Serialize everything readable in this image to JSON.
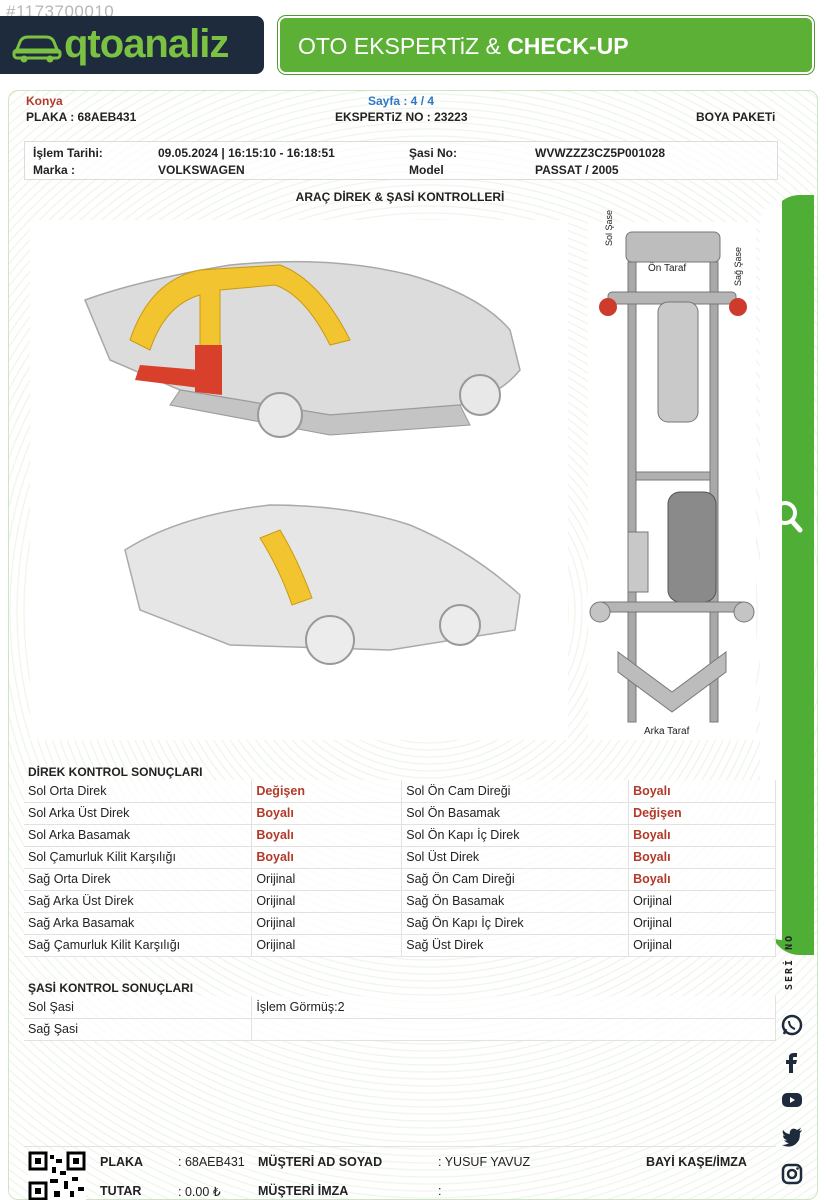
{
  "watermark": "#1173700010",
  "header": {
    "logo_text": "qtoanaliz",
    "title_regular": "OTO EKSPERTiZ &",
    "title_bold": "CHECK-UP"
  },
  "meta": {
    "city": "Konya",
    "page": "Sayfa : 4 / 4",
    "plate": "PLAKA : 68AEB431",
    "expertise_no": "EKSPERTiZ NO : 23223",
    "package": "BOYA PAKETi"
  },
  "info": {
    "date_label": "İşlem Tarihi:",
    "date_value": "09.05.2024 | 16:15:10 - 16:18:51",
    "chassis_label": "Şasi No:",
    "chassis_value": "WVWZZZ3CZ5P001028",
    "brand_label": "Marka :",
    "brand_value": "VOLKSWAGEN",
    "model_label": "Model",
    "model_value": "PASSAT / 2005"
  },
  "section_title": "ARAÇ DİREK & ŞASİ KONTROLLERİ",
  "chassis_labels": {
    "left": "Sol Şase",
    "right": "Sağ Şase",
    "front": "Ön Taraf",
    "rear": "Arka Taraf"
  },
  "pillar_title": "DİREK KONTROL SONUÇLARI",
  "pillar_rows": [
    {
      "l_name": "Sol Orta Direk",
      "l_val": "Değişen",
      "l_bad": true,
      "r_name": "Sol Ön Cam Direği",
      "r_val": "Boyalı",
      "r_bad": true
    },
    {
      "l_name": "Sol Arka Üst Direk",
      "l_val": "Boyalı",
      "l_bad": true,
      "r_name": "Sol Ön Basamak",
      "r_val": "Değişen",
      "r_bad": true
    },
    {
      "l_name": "Sol Arka Basamak",
      "l_val": "Boyalı",
      "l_bad": true,
      "r_name": "Sol Ön Kapı İç Direk",
      "r_val": "Boyalı",
      "r_bad": true
    },
    {
      "l_name": "Sol Çamurluk Kilit Karşılığı",
      "l_val": "Boyalı",
      "l_bad": true,
      "r_name": "Sol Üst Direk",
      "r_val": "Boyalı",
      "r_bad": true
    },
    {
      "l_name": "Sağ Orta Direk",
      "l_val": "Orijinal",
      "l_bad": false,
      "r_name": "Sağ Ön Cam Direği",
      "r_val": "Boyalı",
      "r_bad": true
    },
    {
      "l_name": "Sağ Arka Üst Direk",
      "l_val": "Orijinal",
      "l_bad": false,
      "r_name": "Sağ Ön Basamak",
      "r_val": "Orijinal",
      "r_bad": false
    },
    {
      "l_name": "Sağ Arka Basamak",
      "l_val": "Orijinal",
      "l_bad": false,
      "r_name": "Sağ Ön Kapı İç Direk",
      "r_val": "Orijinal",
      "r_bad": false
    },
    {
      "l_name": "Sağ Çamurluk Kilit Karşılığı",
      "l_val": "Orijinal",
      "l_bad": false,
      "r_name": "Sağ Üst Direk",
      "r_val": "Orijinal",
      "r_bad": false
    }
  ],
  "chassis_title": "ŞASİ KONTROL SONUÇLARI",
  "chassis_rows": [
    {
      "name": "Sol Şasi",
      "val": "İşlem Görmüş:2"
    },
    {
      "name": "Sağ Şasi",
      "val": ""
    }
  ],
  "side_text": "SERİ NO",
  "footer": {
    "plate_label": "PLAKA",
    "plate_value": ": 68AEB431",
    "total_label": "TUTAR",
    "total_value": ": 0.00 ₺",
    "customer_label": "MÜŞTERİ AD SOYAD",
    "customer_value": ": YUSUF YAVUZ",
    "signature_label": "MÜŞTERİ İMZA",
    "signature_value": ":",
    "dealer_label": "BAYİ KAŞE/İMZA"
  },
  "icons": [
    "car-icon",
    "search-icon",
    "whatsapp-icon",
    "facebook-icon",
    "youtube-icon",
    "twitter-icon",
    "instagram-icon",
    "qr-code-icon"
  ],
  "colors": {
    "accent_green": "#5bb035",
    "logo_dark": "#1e2b3d",
    "status_red": "#b23a2a",
    "page_blue": "#2f78c4",
    "highlight_yellow": "#f2c530",
    "highlight_red": "#d9402b"
  }
}
